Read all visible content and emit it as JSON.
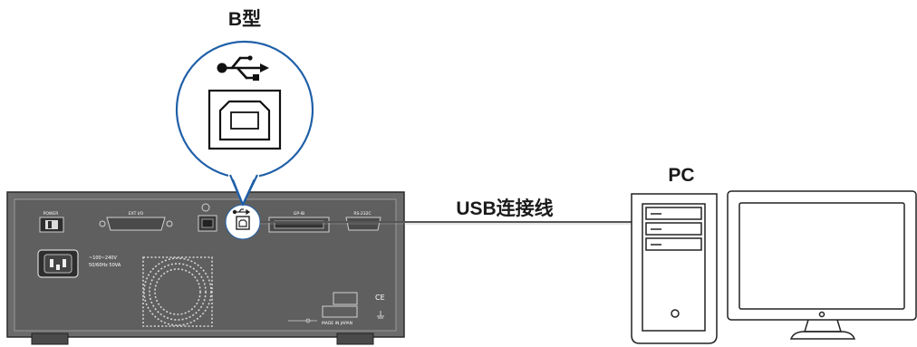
{
  "labels": {
    "connector_type": "B型",
    "cable": "USB连接线",
    "pc": "PC"
  },
  "instrument_panel": {
    "power": "POWER",
    "ext_io": "EXT I/O",
    "gpib": "GP-IB",
    "rs232c": "RS-232C",
    "ac_rating_line1": "~100~240V",
    "ac_rating_line2": "50/60Hz  50VA",
    "ce_mark": "CE",
    "made_in": "MADE IN JAPAN"
  },
  "icons": {
    "usb": "usb-symbol-icon",
    "usb_b_port": "usb-b-port-icon",
    "computer": "desktop-computer-icon",
    "monitor": "monitor-icon"
  },
  "colors": {
    "callout_blue": "#1f5fa8",
    "panel_gray": "#5a5a5a",
    "panel_dark": "#3e3e3e",
    "cable": "#555555",
    "outline": "#222222"
  }
}
